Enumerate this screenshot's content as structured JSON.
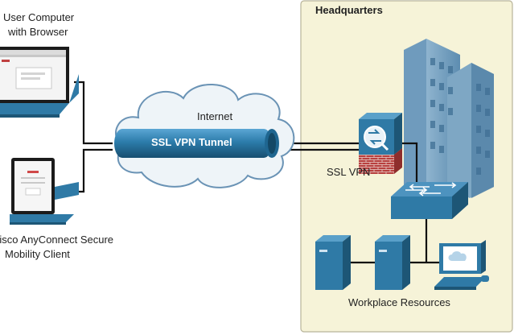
{
  "labels": {
    "user_computer_line1": "User Computer",
    "user_computer_line2": "with Browser",
    "anyconnect_line1": "Cisco AnyConnect Secure",
    "anyconnect_line2": "Mobility Client",
    "internet": "Internet",
    "tunnel": "SSL VPN Tunnel",
    "headquarters": "Headquarters",
    "ssl_vpn": "SSL VPN",
    "workplace": "Workplace Resources"
  },
  "colors": {
    "hq_panel": "#f6f3d8",
    "hq_border": "#b8b49a",
    "device_blue": "#2f7aa6",
    "device_dark": "#1d5676",
    "tunnel_blue": "#2c7cab",
    "cloud_fill": "#eef4f8",
    "cloud_stroke": "#6a93b5",
    "link": "#111111",
    "firewall_red": "#b33a3a"
  }
}
